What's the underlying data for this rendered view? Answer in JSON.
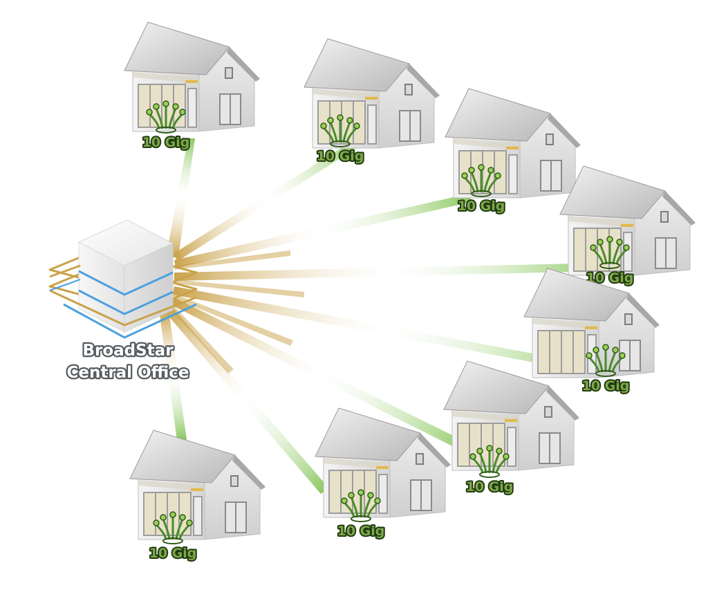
{
  "central_office": {
    "name_line1": "BroadStar",
    "name_line2": "Central Office"
  },
  "homes": [
    {
      "label": "10 Gig"
    },
    {
      "label": "10 Gig"
    },
    {
      "label": "10 Gig"
    },
    {
      "label": "10 Gig"
    },
    {
      "label": "10 Gig"
    },
    {
      "label": "10 Gig"
    },
    {
      "label": "10 Gig"
    },
    {
      "label": "10 Gig"
    }
  ],
  "colors": {
    "fiber_gold": "#c9a24a",
    "fiber_green": "#8cc860",
    "ring_gold": "#c9a24a",
    "ring_blue": "#4aa0e0",
    "label_green": "#7fa84a"
  },
  "icons": {
    "home": "house-icon",
    "fiber": "fiber-optic-icon",
    "central_office": "data-center-icon"
  }
}
